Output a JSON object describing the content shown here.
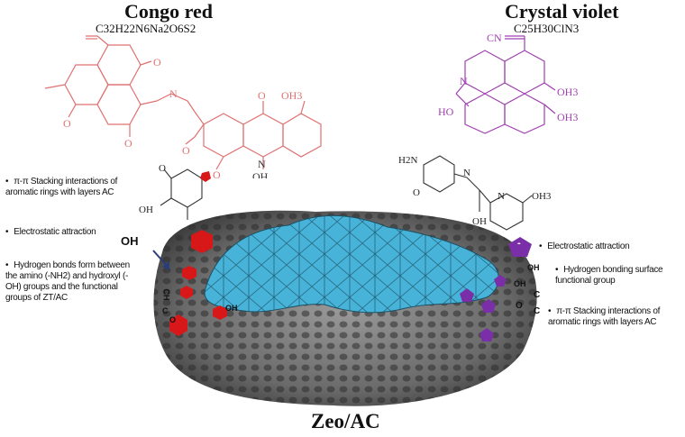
{
  "congo_red": {
    "name": "Congo red",
    "formula": "C32H22N6Na2O6S2",
    "color": "#e07070",
    "atoms": {
      "o": "O",
      "oh3": "OH3",
      "n": "N",
      "oh": "OH"
    }
  },
  "crystal_violet": {
    "name": "Crystal violet",
    "formula": "C25H30ClN3",
    "color": "#a040b0",
    "atoms": {
      "cn": "CN",
      "n": "N",
      "ho": "HO",
      "oh3": "OH3"
    }
  },
  "intermediate": {
    "atoms": {
      "h2n": "H2N",
      "n": "N",
      "o": "O",
      "oh3": "OH3",
      "oh": "OH"
    }
  },
  "left_annotations": {
    "items": [
      "π-π Stacking interactions of aromatic rings with layers AC",
      "Electrostatic attraction",
      "Hydrogen bonds form between the amino (-NH2) and hydroxyl (-OH) groups and the functional groups of ZT/AC"
    ]
  },
  "right_annotations": {
    "items": [
      "Electrostatic attraction",
      "Hydrogen bonding surface functional group",
      "π-π Stacking interactions of aromatic rings with layers AC"
    ]
  },
  "surface_labels": {
    "oh_left": "OH",
    "oh_small": "OH",
    "ch": "CH",
    "c": "C",
    "o": "O",
    "oh_right_1": "OH",
    "oh_right_2": "OH",
    "c_right_1": "C",
    "c_right_2": "C",
    "o_right": "O",
    "minus": "-"
  },
  "material_label": "Zeo/AC",
  "colors": {
    "adsorbed_congo": "#d81818",
    "adsorbed_crystal": "#7a2fa8",
    "zeolite": "#47b3d8",
    "carbon": "#6a6a6a"
  }
}
